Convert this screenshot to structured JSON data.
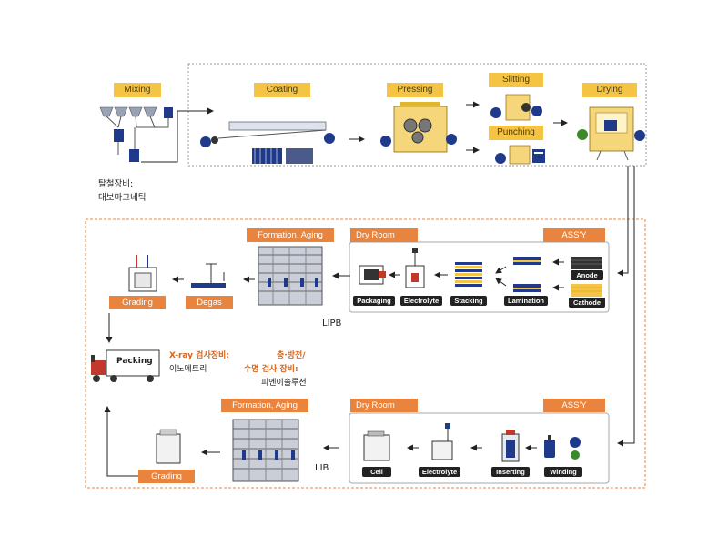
{
  "top": {
    "mixing": "Mixing",
    "coating": "Coating",
    "pressing": "Pressing",
    "slitting": "Slitting",
    "punching": "Punching",
    "drying": "Drying",
    "note_line1": "탈철장비:",
    "note_line2": "대보마그네틱"
  },
  "lipb": {
    "formation": "Formation, Aging",
    "dry_room": "Dry Room",
    "assy": "ASS'Y",
    "anode": "Anode",
    "cathode": "Cathode",
    "lamination": "Lamination",
    "stacking": "Stacking",
    "electrolyte": "Electrolyte",
    "packaging": "Packaging",
    "degas": "Degas",
    "grading": "Grading",
    "line_label": "LIPB"
  },
  "packing": {
    "label": "Packing",
    "xray_title": "X-ray 검사장비:",
    "xray_vendor": "이노메트리",
    "charge_title": "충·방전/",
    "inspect_title": "수명 검사 장비:",
    "inspect_vendor": "피엔이솔루션"
  },
  "lib": {
    "formation": "Formation, Aging",
    "dry_room": "Dry Room",
    "assy": "ASS'Y",
    "winding": "Winding",
    "inserting": "Inserting",
    "electrolyte": "Electrolyte",
    "cell": "Cell",
    "grading": "Grading",
    "line_label": "LIB"
  },
  "colors": {
    "yellow_label": "#f6c445",
    "orange_label": "#e8843e",
    "orange_text": "#d4651e",
    "navy_equipment": "#1f3a8a"
  }
}
